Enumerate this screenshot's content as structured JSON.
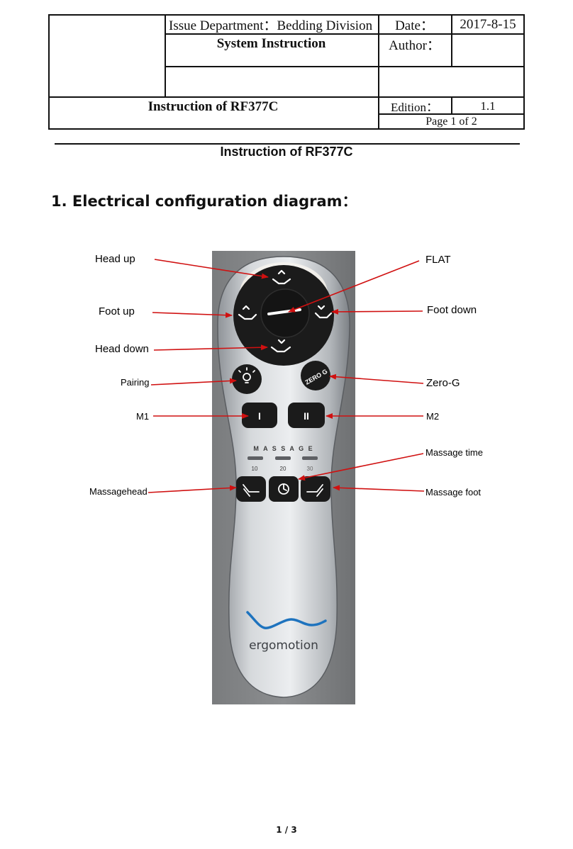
{
  "header_table": {
    "issue_department": "Issue Department：Bedding Division",
    "date_label": "Date：",
    "date_value": "2017-8-15",
    "system_instruction": "System Instruction",
    "author_label": "Author：",
    "author_value": "",
    "title": "Instruction of RF377C",
    "edition_label": "Edition：",
    "edition_value": "1.1",
    "page": "Page 1 of 2"
  },
  "subtitle": "Instruction of RF377C",
  "section_heading": "1.   Electrical configuration diagram：",
  "diagram": {
    "remote_brand": "ergomotion",
    "labels": {
      "head_up": "Head up",
      "foot_up": "Foot up",
      "head_down": "Head down",
      "pairing": "Pairing",
      "m1": "M1",
      "massagehead": "Massagehead",
      "flat": "FLAT",
      "foot_down": "Foot down",
      "zero_g": "Zero-G",
      "m2": "M2",
      "massage_time": "Massage time",
      "massage_foot": "Massage foot"
    },
    "remote_text": {
      "zero_g_button": "ZERO G",
      "m1_button": "I",
      "m2_button": "II",
      "massage_letters": "M A S S A G E",
      "timer_10": "10",
      "timer_20": "20",
      "timer_30": "30"
    }
  },
  "page_number": "1 / 3",
  "colors": {
    "arrow": "#d01010",
    "remote_body": "#c9ccd0",
    "button": "#1a1a1a",
    "brand_accent": "#1e73be"
  }
}
